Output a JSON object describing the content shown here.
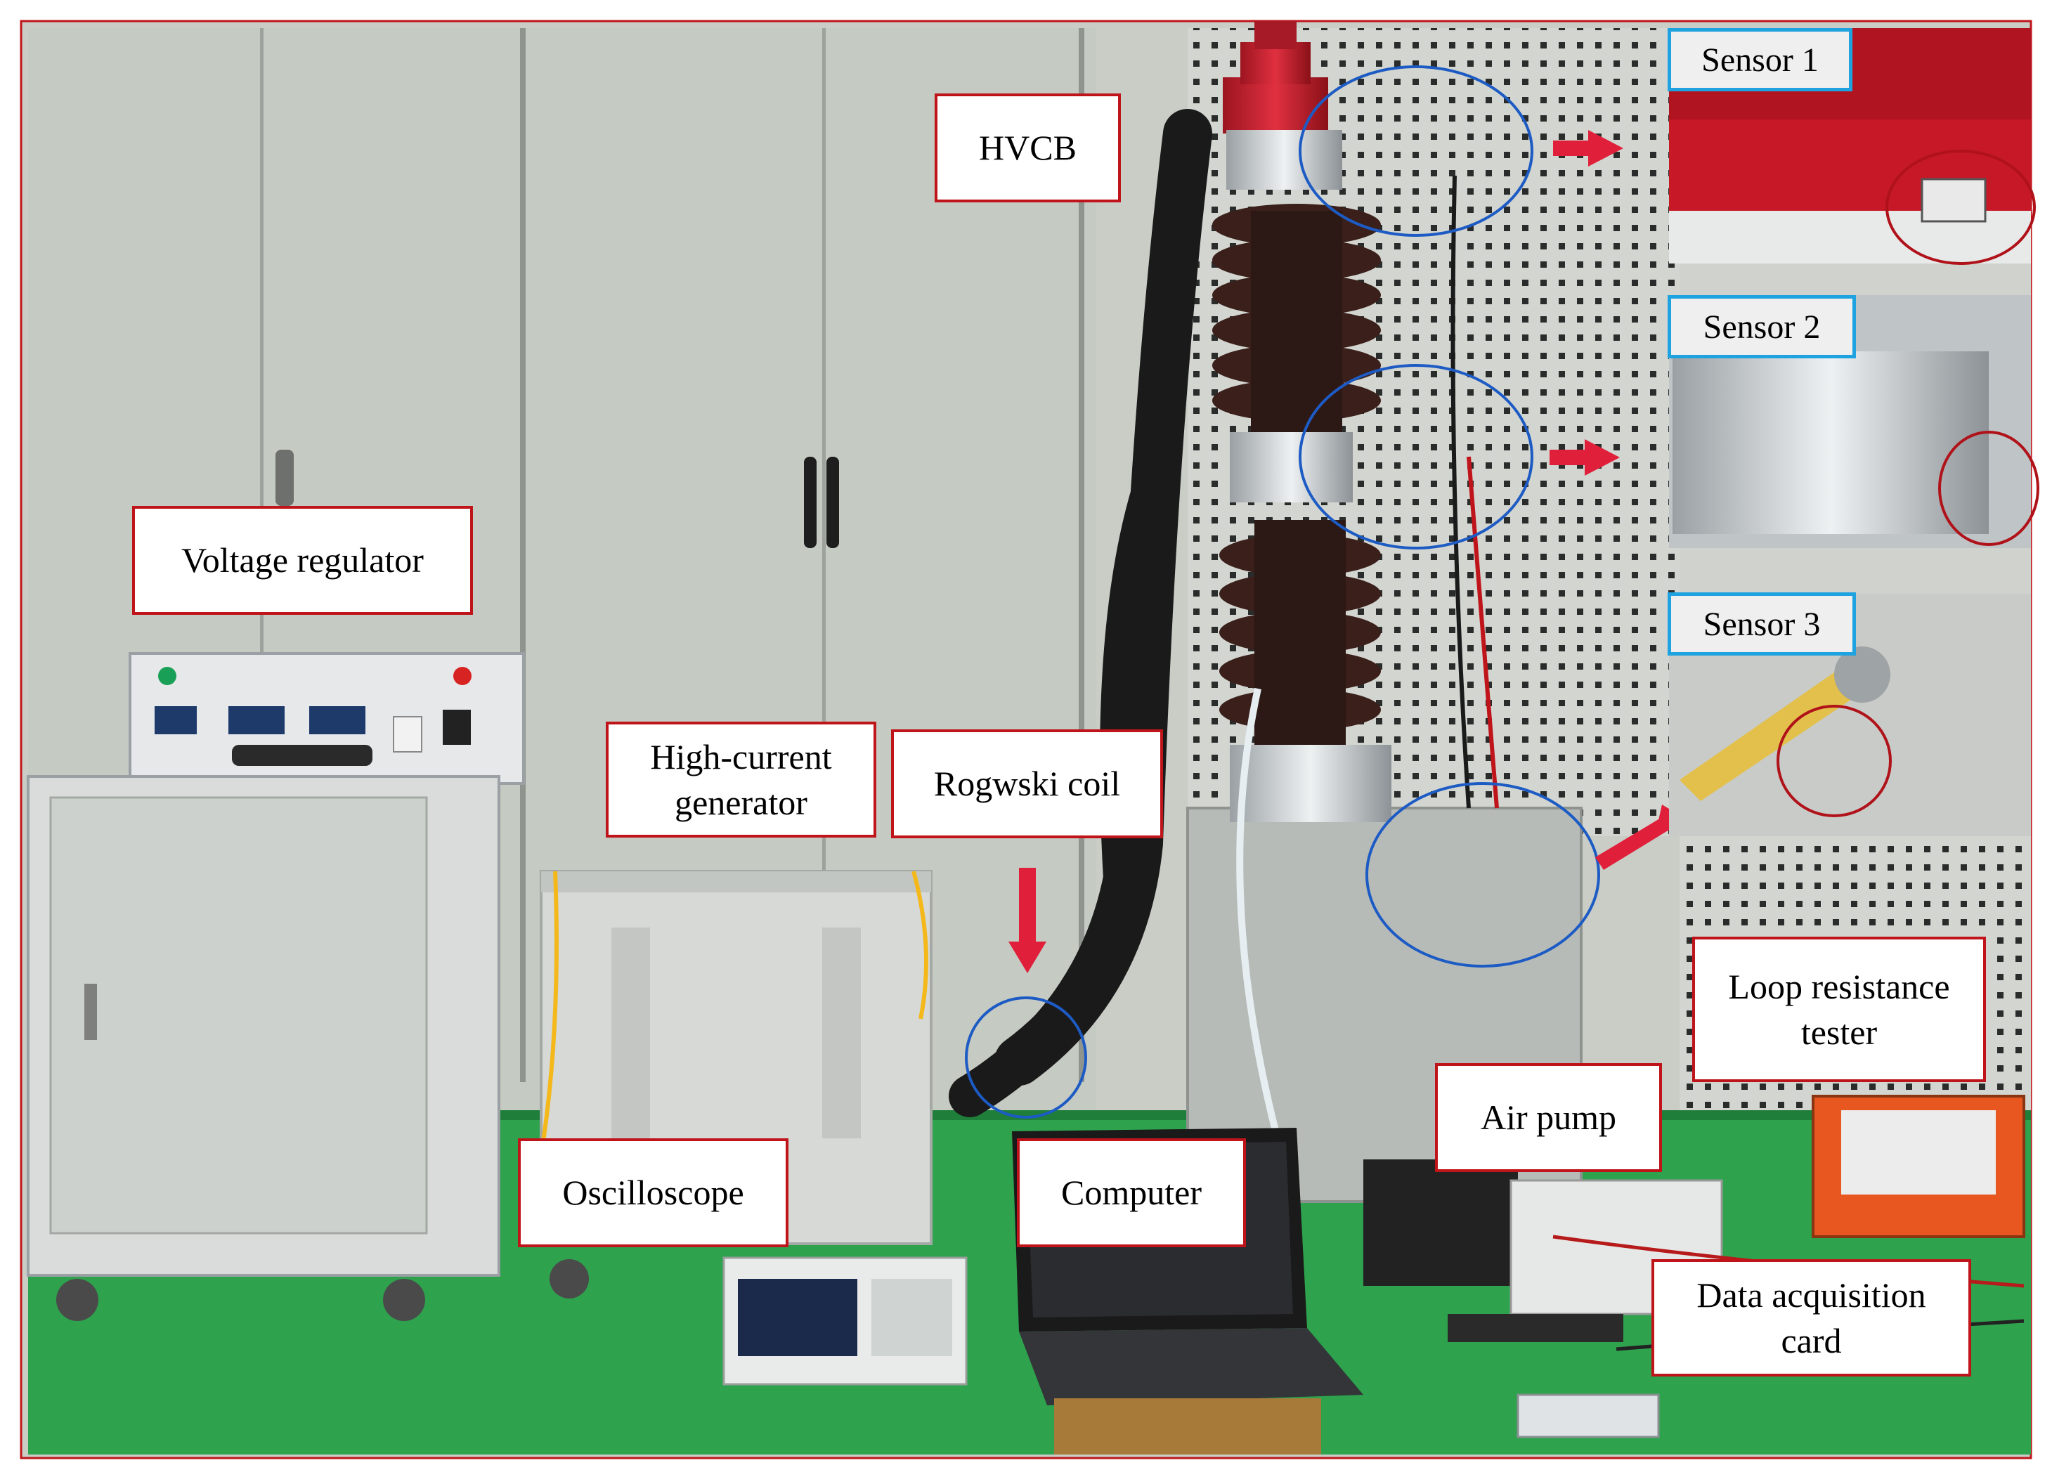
{
  "labels": {
    "hvcb": "HVCB",
    "voltage_regulator": "Voltage regulator",
    "high_current_generator": "High-current\ngenerator",
    "rogowski_coil": "Rogwski coil",
    "oscilloscope": "Oscilloscope",
    "computer": "Computer",
    "air_pump": "Air pump",
    "loop_resistance_tester": "Loop resistance\ntester",
    "data_acquisition_card": "Data acquisition\ncard"
  },
  "insets": [
    {
      "title": "Sensor 1"
    },
    {
      "title": "Sensor 2"
    },
    {
      "title": "Sensor 3"
    }
  ],
  "colors": {
    "label_border": "#c0141b",
    "inset_border": "#1fa3e0",
    "highlight_blue": "#1d5bc4",
    "highlight_red": "#b0121a",
    "arrow": "#e0203a",
    "floor": "#2ea24d",
    "wall": "#c9cdc6"
  }
}
